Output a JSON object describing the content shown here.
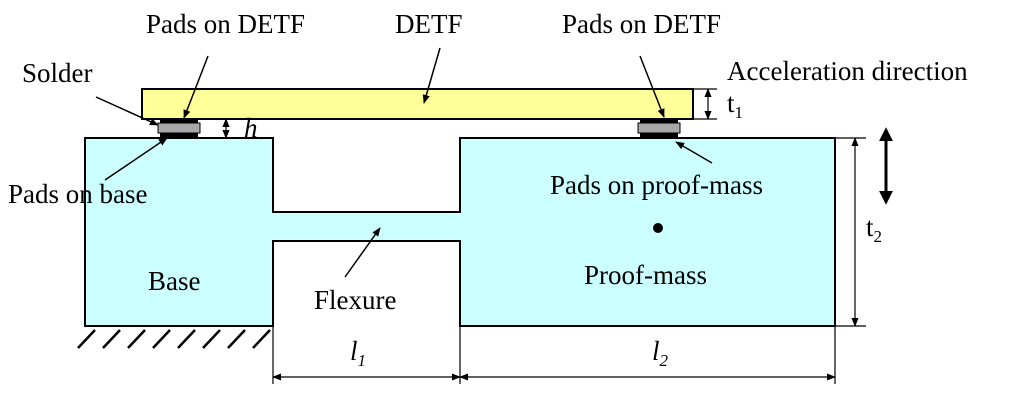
{
  "labels": {
    "pads_detf_left": "Pads on DETF",
    "detf": "DETF",
    "pads_detf_right": "Pads on DETF",
    "solder": "Solder",
    "acceleration": "Acceleration direction",
    "t1_main": "t",
    "t1_sub": "1",
    "h": "h",
    "pads_base": "Pads on base",
    "pads_proof": "Pads on proof-mass",
    "t2_main": "t",
    "t2_sub": "2",
    "base": "Base",
    "flexure": "Flexure",
    "proof_mass": "Proof-mass",
    "l1_main": "l",
    "l1_sub": "1",
    "l2_main": "l",
    "l2_sub": "2"
  },
  "colors": {
    "structure_fill": "#ccffff",
    "detf_fill": "#ffff99",
    "pad_fill": "#a8a8a8",
    "pad_electrode": "#000000",
    "line": "#000000"
  }
}
